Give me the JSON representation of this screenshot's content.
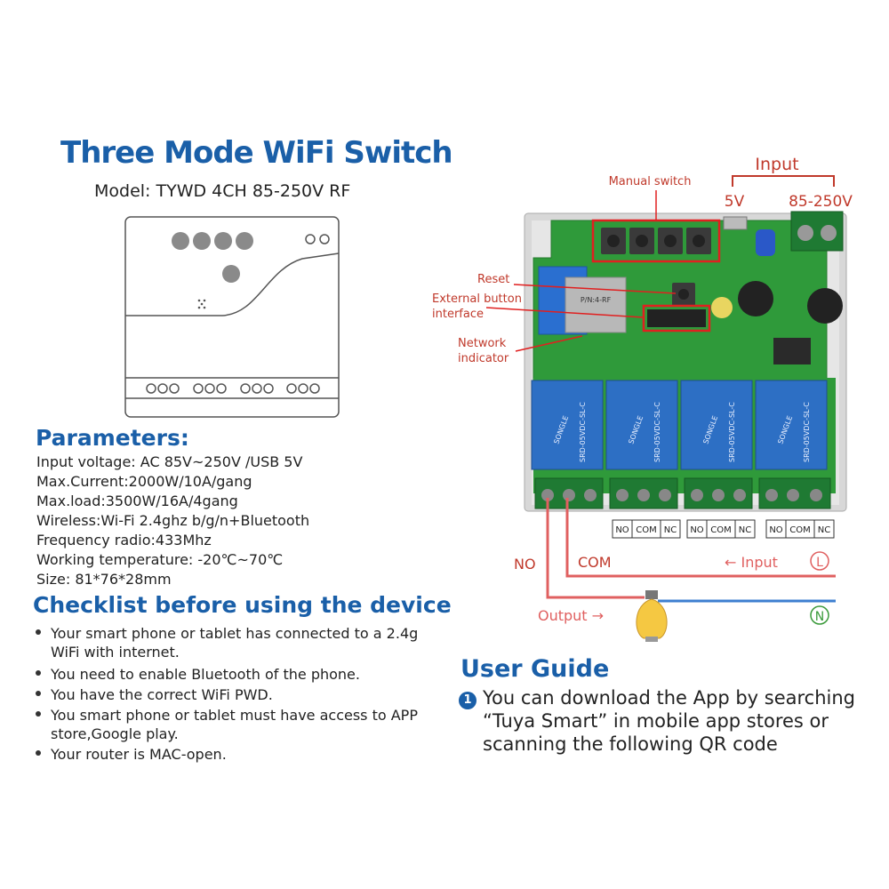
{
  "title": "Three Mode WiFi Switch",
  "model": "Model:  TYWD 4CH 85-250V RF",
  "parameters": {
    "heading": "Parameters:",
    "items": [
      "Input voltage:  AC 85V~250V /USB 5V",
      "Max.Current:2000W/10A/gang",
      "Max.load:3500W/16A/4gang",
      "Wireless:Wi-Fi 2.4ghz b/g/n+Bluetooth",
      "Frequency radio:433Mhz",
      "Working temperature: -20℃~70℃",
      "Size: 81*76*28mm"
    ]
  },
  "checklist": {
    "heading": "Checklist before using the device",
    "items": [
      "Your smart phone or tablet has connected to a 2.4g WiFi with internet.",
      "You need to enable Bluetooth of the phone.",
      "You have the correct WiFi PWD.",
      "You smart phone or tablet must have access to APP store,Google play.",
      "Your router is MAC-open."
    ]
  },
  "user_guide": {
    "heading": "User Guide",
    "step_number": "1",
    "step_text": "You can download the App by searching “Tuya Smart” in mobile app stores or scanning the following QR code"
  },
  "diagram": {
    "input_label": "Input",
    "v5_label": "5V",
    "v85_label": "85-250V",
    "manual_switch_label": "Manual switch",
    "reset_label": "Reset",
    "external_button_label": "External  button",
    "interface_label": "interface",
    "network_label": "Network",
    "indicator_label": "indicator",
    "terminal_labels": [
      "NO",
      "COM",
      "NC"
    ],
    "no_label": "NO",
    "com_label": "COM",
    "input_arrow_label": "←  Input",
    "output_label": "Output →",
    "l_label": "L",
    "n_label": "N",
    "relay_brand": "SONGLE",
    "relay_model": "SRD-05VDC-SL-C",
    "colors": {
      "accent_blue": "#1a5fa8",
      "label_red": "#c0392b",
      "pcb_green": "#2f9a3a",
      "relay_blue": "#2d6fc4",
      "wire_red": "#e06060",
      "wire_blue": "#3d7fd0",
      "n_green": "#3a9a3a"
    }
  }
}
